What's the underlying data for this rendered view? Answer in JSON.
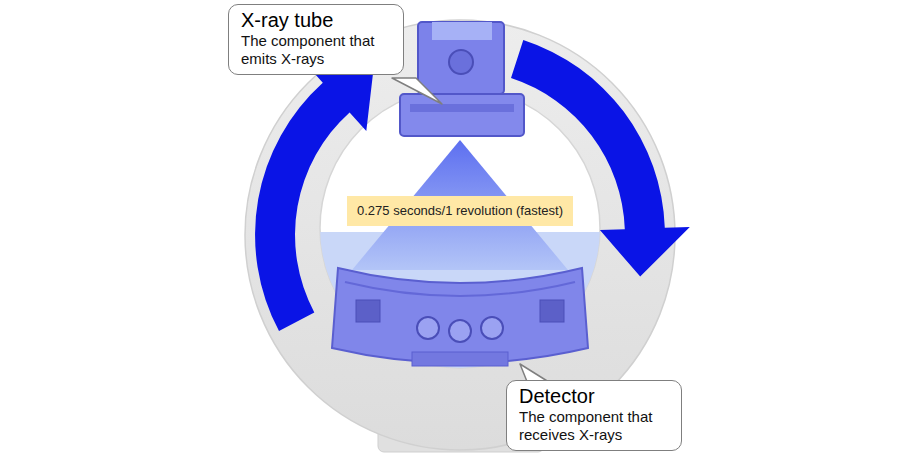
{
  "diagram": {
    "nodes": [
      {
        "text": [
          "X-ray tube",
          "The component that emits X-rays"
        ]
      },
      {
        "text": [
          "0.275 seconds/1 revolution (fastest)"
        ]
      },
      {
        "text": [
          "Detector",
          "The component that receives X-rays"
        ]
      }
    ]
  }
}
